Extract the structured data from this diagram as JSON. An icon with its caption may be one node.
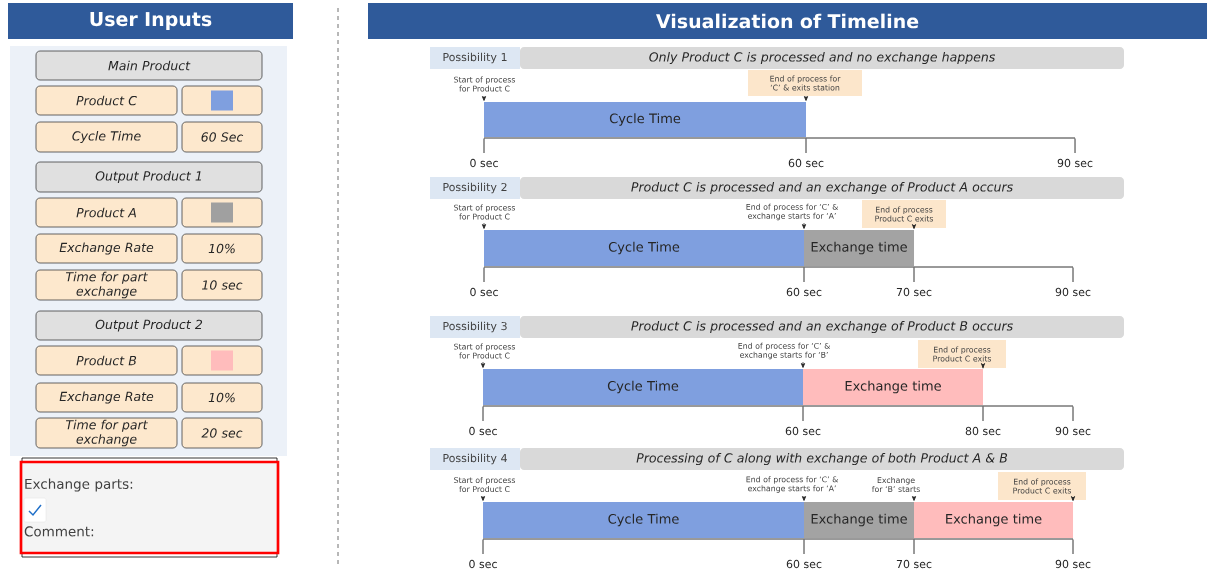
{
  "diagram": {
    "nodes": [
      {
        "text": [
          "User Inputs"
        ]
      },
      {
        "text": [],
        "shape": "box"
      },
      {
        "text": [
          "Main Product"
        ],
        "in": 1
      },
      {
        "text": [
          "Product C"
        ],
        "in": 1
      },
      {
        "text": [],
        "shape": "box",
        "in": 1
      },
      {
        "text": [
          "Cycle Time"
        ],
        "in": 1
      },
      {
        "text": [
          "60 Sec"
        ],
        "in": 1
      },
      {
        "text": [
          "Output Product 1"
        ],
        "in": 1
      },
      {
        "text": [
          "Product A"
        ],
        "in": 1
      },
      {
        "text": [],
        "shape": "box",
        "in": 1
      },
      {
        "text": [
          "Exchange Rate"
        ],
        "in": 1
      },
      {
        "text": [
          "10%"
        ],
        "in": 1
      },
      {
        "text": [
          "Time for part exchange"
        ],
        "in": 1
      },
      {
        "text": [
          "10 sec"
        ],
        "in": 1
      },
      {
        "text": [
          "Output Product 2"
        ],
        "in": 1
      },
      {
        "text": [
          "Product B"
        ],
        "in": 1
      },
      {
        "text": [],
        "shape": "box",
        "in": 1
      },
      {
        "text": [
          "Exchange Rate"
        ],
        "in": 1
      },
      {
        "text": [
          "10%"
        ],
        "in": 1
      },
      {
        "text": [
          "Time for part exchange"
        ],
        "in": 1
      },
      {
        "text": [
          "20 sec"
        ],
        "in": 1
      },
      {
        "text": [
          "Exchange parts:",
          "Comment:"
        ]
      },
      {
        "text": [
          "Visualization of Timeline"
        ]
      },
      {
        "text": [
          "Possibility 1"
        ]
      },
      {
        "text": [
          "Only Product C is processed and no exchange happens"
        ]
      },
      {
        "text": [
          "Start of process for Product C"
        ]
      },
      {
        "text": [
          "End of process for ‘C’ & exits station"
        ]
      },
      {
        "text": [
          "Cycle Time"
        ]
      },
      {
        "text": [
          "Possibility 2"
        ]
      },
      {
        "text": [
          "Product C is processed and an exchange of Product A occurs"
        ]
      },
      {
        "text": [
          "Start of process for Product C"
        ]
      },
      {
        "text": [
          "End of process for ‘C’ & exchange starts for ‘A’"
        ]
      },
      {
        "text": [
          "End of process Product C exits"
        ]
      },
      {
        "text": [
          "Cycle Time"
        ]
      },
      {
        "text": [
          "Exchange time"
        ]
      },
      {
        "text": [
          "Possibility 3"
        ]
      },
      {
        "text": [
          "Product C is processed and an exchange of Product B occurs"
        ]
      },
      {
        "text": [
          "Start of process for Product C"
        ]
      },
      {
        "text": [
          "End of process for ‘C’ & exchange starts for ‘B’"
        ]
      },
      {
        "text": [
          "End of process Product C exits"
        ]
      },
      {
        "text": [
          "Cycle Time"
        ]
      },
      {
        "text": [
          "Exchange time"
        ]
      },
      {
        "text": [
          "Possibility 4"
        ]
      },
      {
        "text": [
          "Processing of C along with exchange of both Product A & B"
        ]
      },
      {
        "text": [
          "Start of process for Product C"
        ]
      },
      {
        "text": [
          "End of process for ‘C’ & exchange starts for ‘A’"
        ]
      },
      {
        "text": [
          "Exchange for ‘B’ starts"
        ]
      },
      {
        "text": [
          "End of process Product C exits"
        ]
      },
      {
        "text": [
          "Cycle Time"
        ]
      },
      {
        "text": [
          "Exchange time"
        ]
      },
      {
        "text": [
          "Exchange time"
        ]
      }
    ],
    "edges": [
      {
        "from": 25,
        "to": 27,
        "arrow": "to"
      },
      {
        "from": 26,
        "to": 27,
        "arrow": "to"
      },
      {
        "from": 30,
        "to": 33,
        "arrow": "to"
      },
      {
        "from": 31,
        "to": 34,
        "arrow": "to"
      },
      {
        "from": 32,
        "to": 34,
        "arrow": "to"
      },
      {
        "from": 37,
        "to": 40,
        "arrow": "to"
      },
      {
        "from": 38,
        "to": 41,
        "arrow": "to"
      },
      {
        "from": 39,
        "to": 41,
        "arrow": "to"
      },
      {
        "from": 44,
        "to": 48,
        "arrow": "to"
      },
      {
        "from": 45,
        "to": 49,
        "arrow": "to"
      },
      {
        "from": 46,
        "to": 50,
        "arrow": "to"
      },
      {
        "from": 47,
        "to": 50,
        "arrow": "to"
      }
    ],
    "labels": [
      "0 sec",
      "60 sec",
      "90 sec",
      "0 sec",
      "60 sec",
      "70 sec",
      "90 sec",
      "0 sec",
      "60 sec",
      "80 sec",
      "90 sec",
      "0 sec",
      "60 sec",
      "70 sec",
      "90 sec"
    ]
  }
}
